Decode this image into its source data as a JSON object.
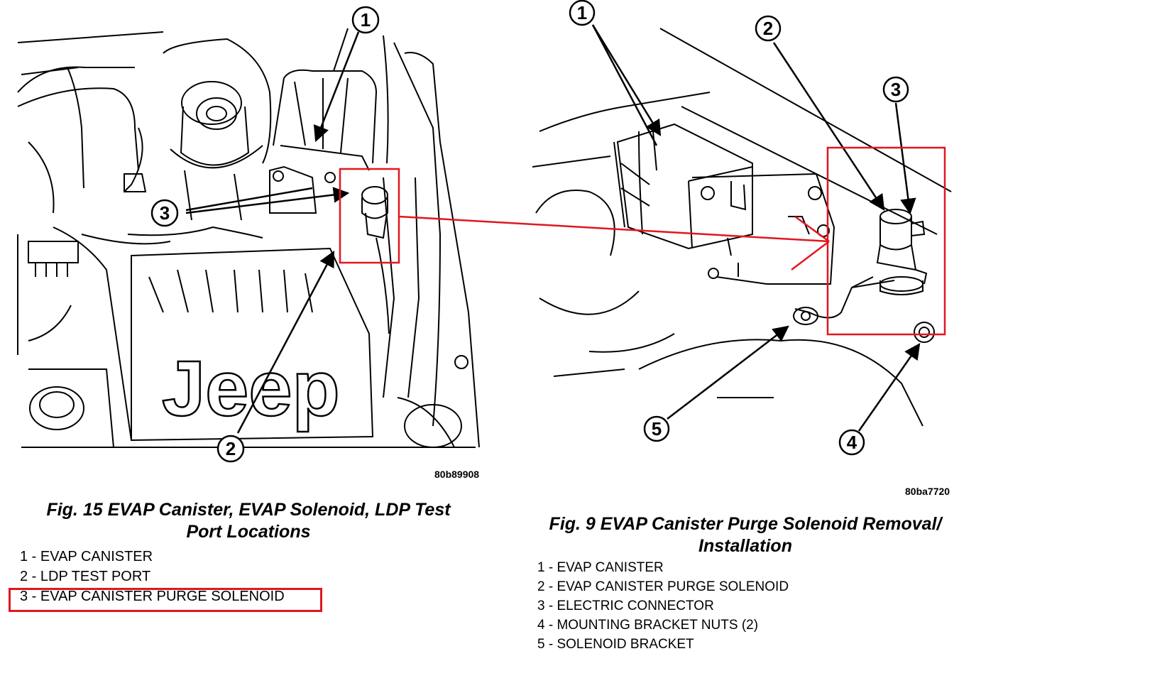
{
  "figure_left": {
    "callouts": [
      "1",
      "2",
      "3"
    ],
    "logo_text": "Jeep",
    "code": "80b89908",
    "caption_line1": "Fig. 15 EVAP Canister, EVAP Solenoid, LDP Test",
    "caption_line2": "Port Locations",
    "legend": [
      "1 - EVAP CANISTER",
      "2 - LDP TEST PORT",
      "3 - EVAP CANISTER PURGE SOLENOID"
    ],
    "highlighted_item": "3 - EVAP CANISTER PURGE SOLENOID"
  },
  "figure_right": {
    "callouts": [
      "1",
      "2",
      "3",
      "4",
      "5"
    ],
    "code": "80ba7720",
    "caption_line1": "Fig. 9 EVAP Canister Purge Solenoid Removal/",
    "caption_line2": "Installation",
    "legend": [
      "1 - EVAP CANISTER",
      "2 - EVAP CANISTER PURGE SOLENOID",
      "3 - ELECTRIC CONNECTOR",
      "4 - MOUNTING BRACKET NUTS (2)",
      "5 - SOLENOID BRACKET"
    ]
  },
  "annotation": {
    "color": "#e0171f",
    "meaning": "red box and arrow link the purge solenoid in the left figure to the right figure"
  }
}
